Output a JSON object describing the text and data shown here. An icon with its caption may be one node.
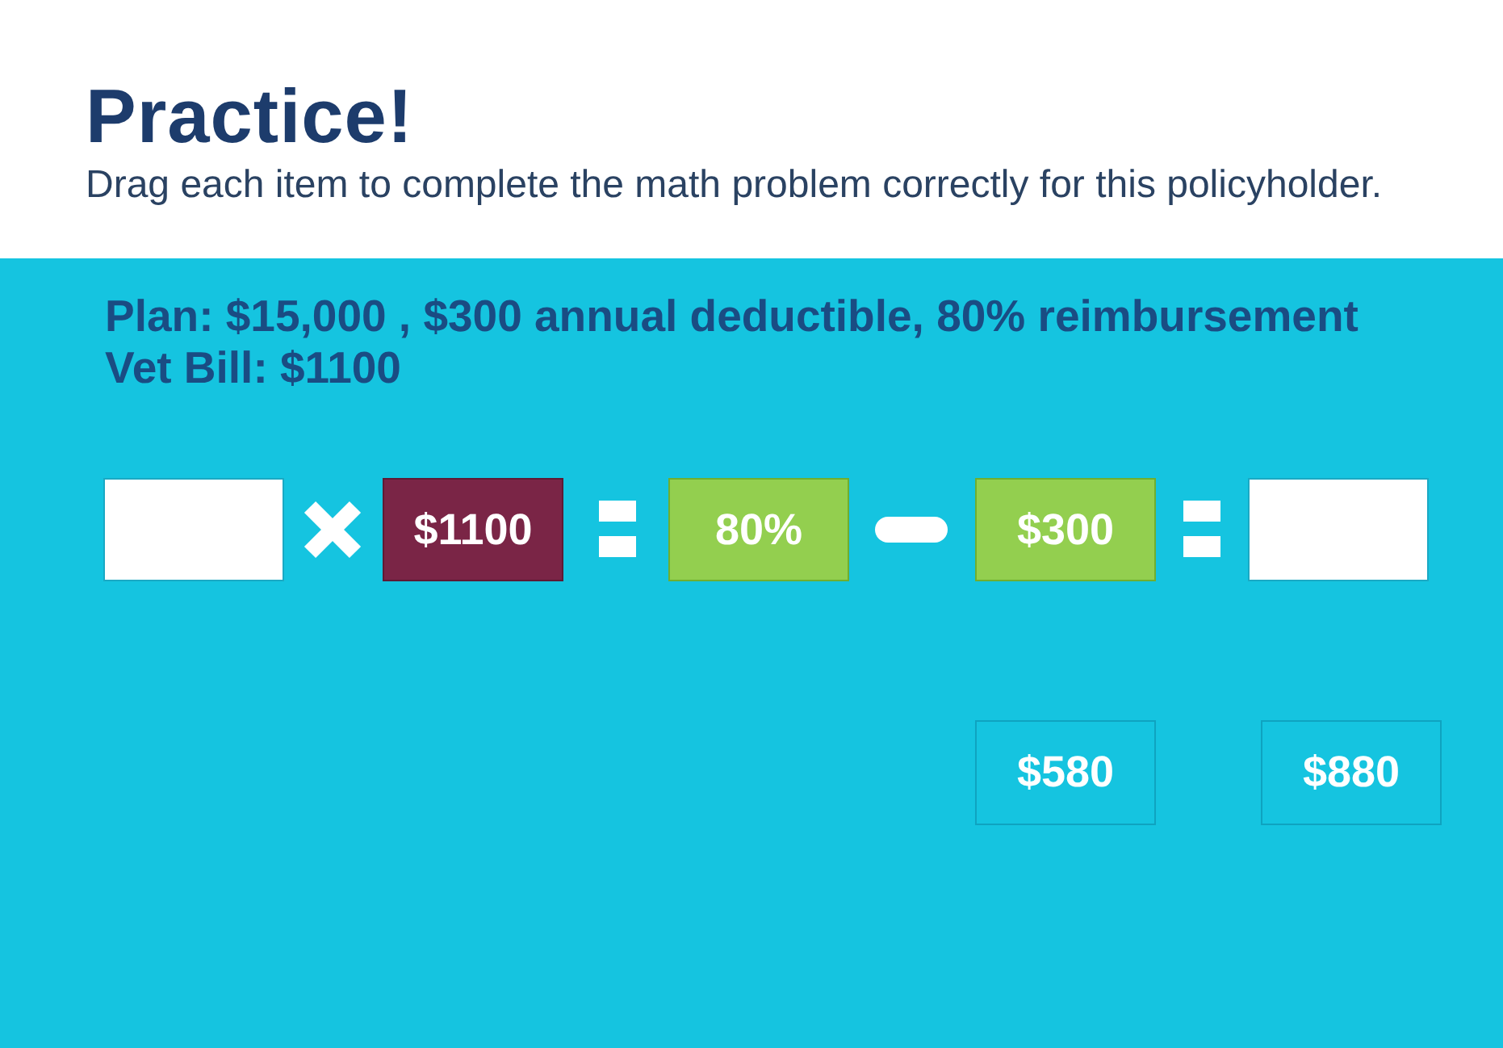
{
  "diagram": {
    "title": "Practice!",
    "nodes": [
      {
        "text": [],
        "shape": "box"
      },
      {
        "text": [
          "$1100"
        ]
      },
      {
        "text": [
          "80%"
        ]
      },
      {
        "text": [
          "$300"
        ]
      },
      {
        "text": [],
        "shape": "box"
      },
      {
        "text": [
          "$580"
        ]
      },
      {
        "text": [
          "$880"
        ]
      }
    ],
    "labels": [
      "Drag each item to complete the math problem correctly for this policyholder.",
      "Plan: $15,000 , $300 annual deductible, 80% reimbursement",
      "Vet Bill: $1100"
    ]
  }
}
